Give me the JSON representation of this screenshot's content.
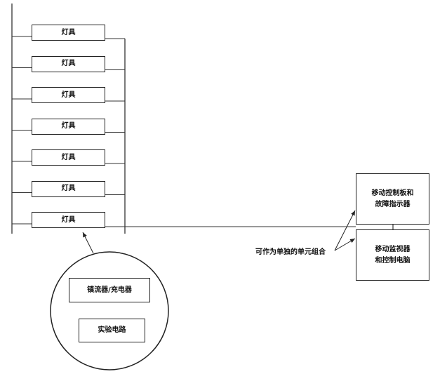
{
  "diagram": {
    "fixtures": [
      {
        "label": "灯具"
      },
      {
        "label": "灯具"
      },
      {
        "label": "灯具"
      },
      {
        "label": "灯具"
      },
      {
        "label": "灯具"
      },
      {
        "label": "灯具"
      },
      {
        "label": "灯具"
      }
    ],
    "detail": {
      "ballast_label": "镇流器/充电器",
      "test_circuit_label": "实验电路"
    },
    "control_panel_label_line1": "移动控制板和",
    "control_panel_label_line2": "故障指示器",
    "monitor_label_line1": "移动监视器",
    "monitor_label_line2": "和控制电脑",
    "annotation": "可作为单独的单元组合"
  }
}
